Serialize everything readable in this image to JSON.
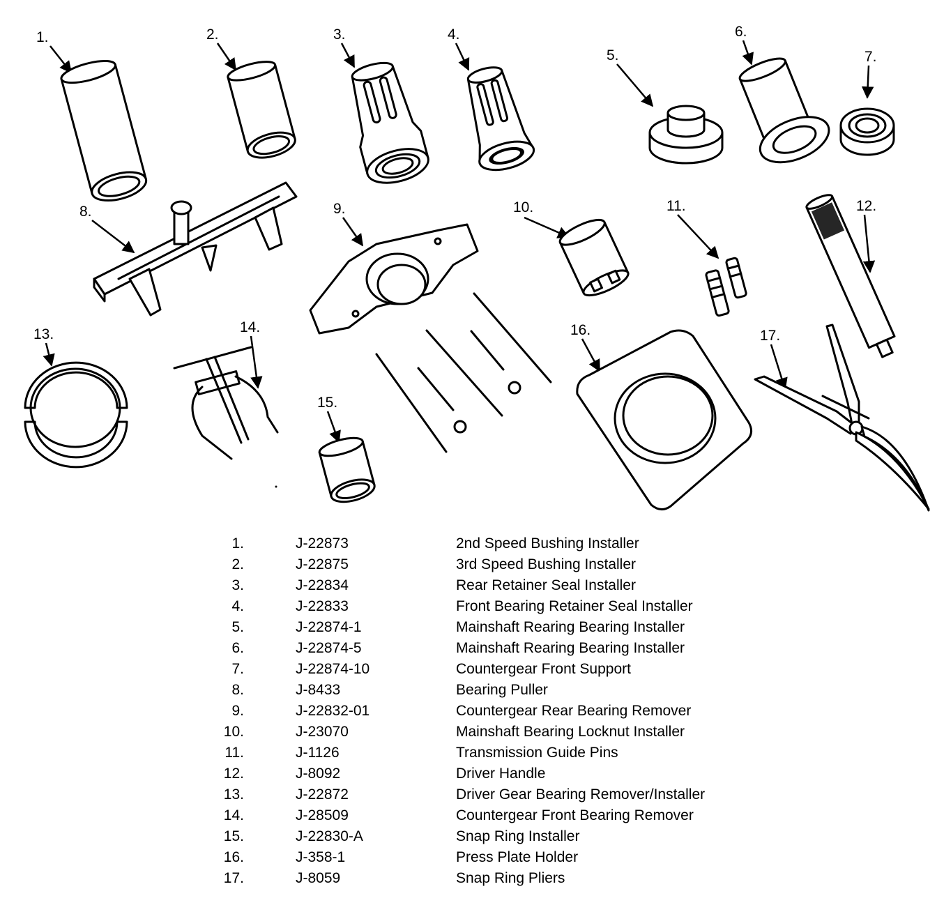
{
  "callouts": [
    "1.",
    "2.",
    "3.",
    "4.",
    "5.",
    "6.",
    "7.",
    "8.",
    "9.",
    "10.",
    "11.",
    "12.",
    "13.",
    "14.",
    "15.",
    "16.",
    "17."
  ],
  "tools": [
    {
      "num": "1.",
      "part": "J-22873",
      "desc": "2nd Speed Bushing Installer"
    },
    {
      "num": "2.",
      "part": "J-22875",
      "desc": "3rd Speed Bushing Installer"
    },
    {
      "num": "3.",
      "part": "J-22834",
      "desc": "Rear Retainer Seal Installer"
    },
    {
      "num": "4.",
      "part": "J-22833",
      "desc": "Front Bearing Retainer Seal Installer"
    },
    {
      "num": "5.",
      "part": "J-22874-1",
      "desc": "Mainshaft Rearing Bearing Installer"
    },
    {
      "num": "6.",
      "part": "J-22874-5",
      "desc": "Mainshaft Rearing Bearing Installer"
    },
    {
      "num": "7.",
      "part": "J-22874-10",
      "desc": "Countergear Front Support"
    },
    {
      "num": "8.",
      "part": "J-8433",
      "desc": "Bearing Puller"
    },
    {
      "num": "9.",
      "part": "J-22832-01",
      "desc": "Countergear Rear Bearing Remover"
    },
    {
      "num": "10.",
      "part": "J-23070",
      "desc": "Mainshaft Bearing Locknut Installer"
    },
    {
      "num": "11.",
      "part": "J-1126",
      "desc": "Transmission Guide Pins"
    },
    {
      "num": "12.",
      "part": "J-8092",
      "desc": "Driver Handle"
    },
    {
      "num": "13.",
      "part": "J-22872",
      "desc": "Driver Gear Bearing Remover/Installer"
    },
    {
      "num": "14.",
      "part": "J-28509",
      "desc": "Countergear Front Bearing Remover"
    },
    {
      "num": "15.",
      "part": "J-22830-A",
      "desc": "Snap Ring Installer"
    },
    {
      "num": "16.",
      "part": "J-358-1",
      "desc": "Press Plate Holder"
    },
    {
      "num": "17.",
      "part": "J-8059",
      "desc": "Snap Ring Pliers"
    }
  ]
}
